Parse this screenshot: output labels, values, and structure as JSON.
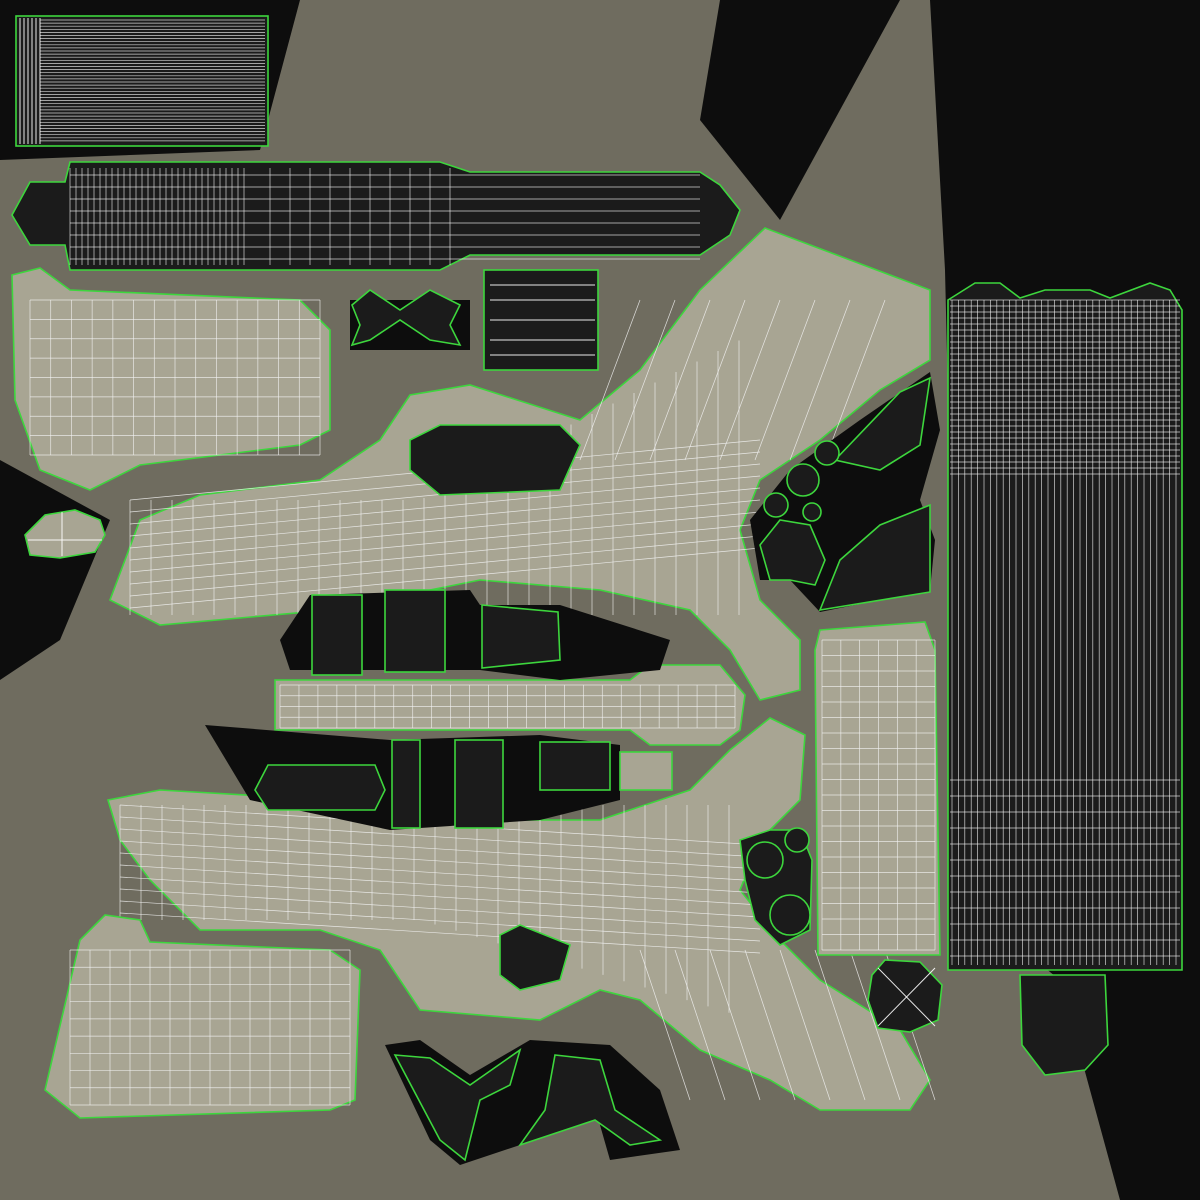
{
  "texture": {
    "background_color": "#6f6c5f",
    "island_fill_color": "#a8a593",
    "dark_island_color": "#1b1b1b",
    "shadow_color": "#0d0d0d",
    "seam_color": "#3dd63d",
    "wire_color": "#ffffff"
  },
  "islands": [
    {
      "name": "silencer-top-block",
      "kind": "striped-rectangle"
    },
    {
      "name": "barrel-cylinder",
      "kind": "dense-cylinder"
    },
    {
      "name": "grip-panel-top",
      "kind": "grid-panel"
    },
    {
      "name": "bowtie-part",
      "kind": "small-part"
    },
    {
      "name": "square-block",
      "kind": "striped-square"
    },
    {
      "name": "frame-upper",
      "kind": "curved-frame"
    },
    {
      "name": "frame-lower",
      "kind": "curved-frame"
    },
    {
      "name": "slide-long",
      "kind": "tall-dense-strip"
    },
    {
      "name": "grip-panel-bottom",
      "kind": "grid-panel"
    },
    {
      "name": "trigger-guard-parts",
      "kind": "small-parts"
    },
    {
      "name": "small-dome",
      "kind": "dome"
    },
    {
      "name": "octagon-cap",
      "kind": "octagon"
    }
  ]
}
